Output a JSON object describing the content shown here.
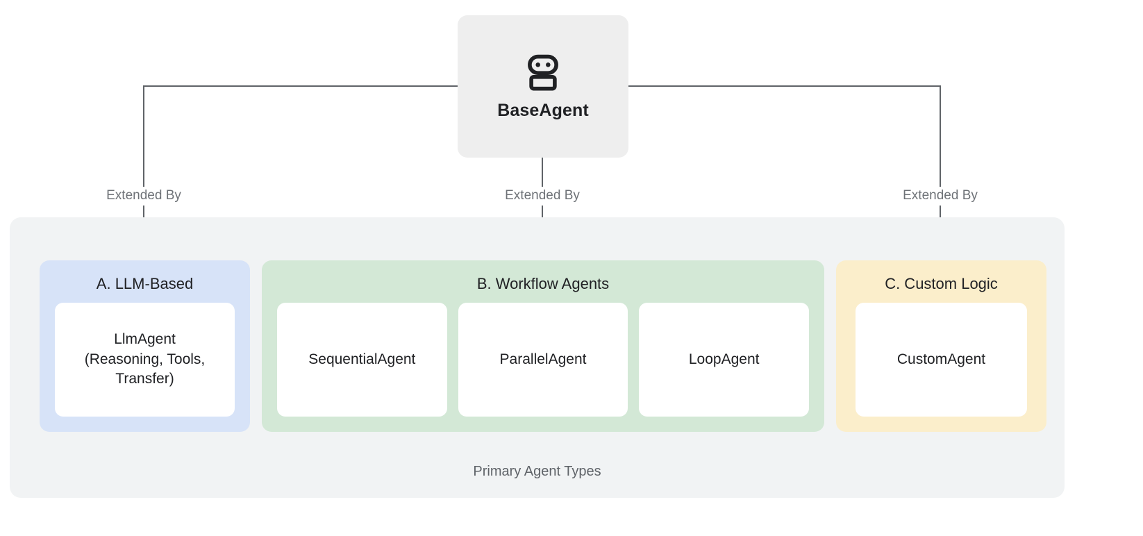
{
  "diagram": {
    "root": {
      "label": "BaseAgent",
      "icon": "robot-icon",
      "bg_color": "#eeeeee"
    },
    "edges": [
      {
        "label": "Extended By"
      },
      {
        "label": "Extended By"
      },
      {
        "label": "Extended By"
      }
    ],
    "container": {
      "caption": "Primary Agent Types",
      "bg_color": "#f1f3f4"
    },
    "groups": [
      {
        "id": "A",
        "title": "A. LLM-Based",
        "color": "#d7e3f8",
        "items": [
          {
            "label": "LlmAgent\n(Reasoning, Tools,\nTransfer)"
          }
        ]
      },
      {
        "id": "B",
        "title": "B. Workflow Agents",
        "color": "#d3e8d6",
        "items": [
          {
            "label": "SequentialAgent"
          },
          {
            "label": "ParallelAgent"
          },
          {
            "label": "LoopAgent"
          }
        ]
      },
      {
        "id": "C",
        "title": "C. Custom Logic",
        "color": "#fbeecb",
        "items": [
          {
            "label": "CustomAgent"
          }
        ]
      }
    ],
    "colors": {
      "connector": "#5f6368",
      "text_primary": "#202124",
      "text_muted": "#5f6368"
    }
  }
}
